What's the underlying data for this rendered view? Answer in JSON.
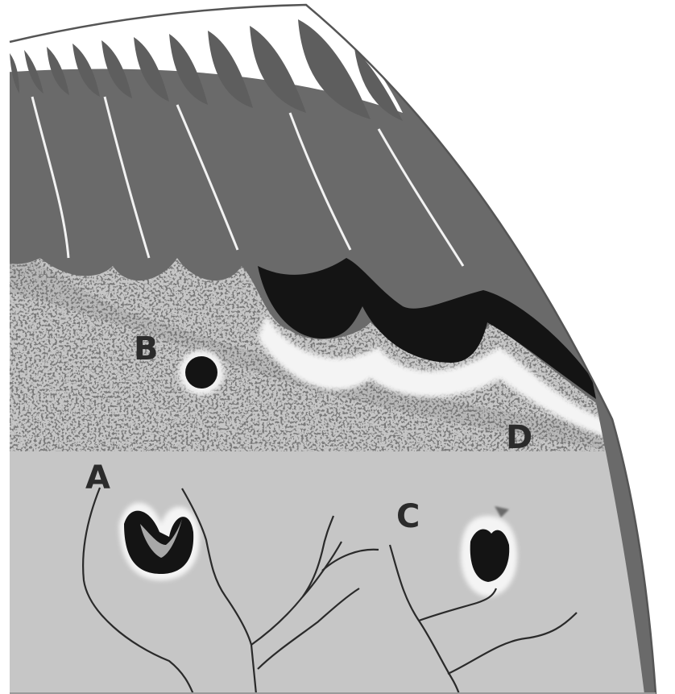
{
  "labels": {
    "a": "A",
    "b": "B",
    "c": "C",
    "d": "D"
  },
  "colors": {
    "retina_bg": "#c6c6c6",
    "choroid": "#6a6a6a",
    "dark_pigment": "#141414",
    "light_band": "#f4f4f4",
    "vessel": "#2a2a2a",
    "outline": "#555555",
    "page": "#ffffff"
  }
}
